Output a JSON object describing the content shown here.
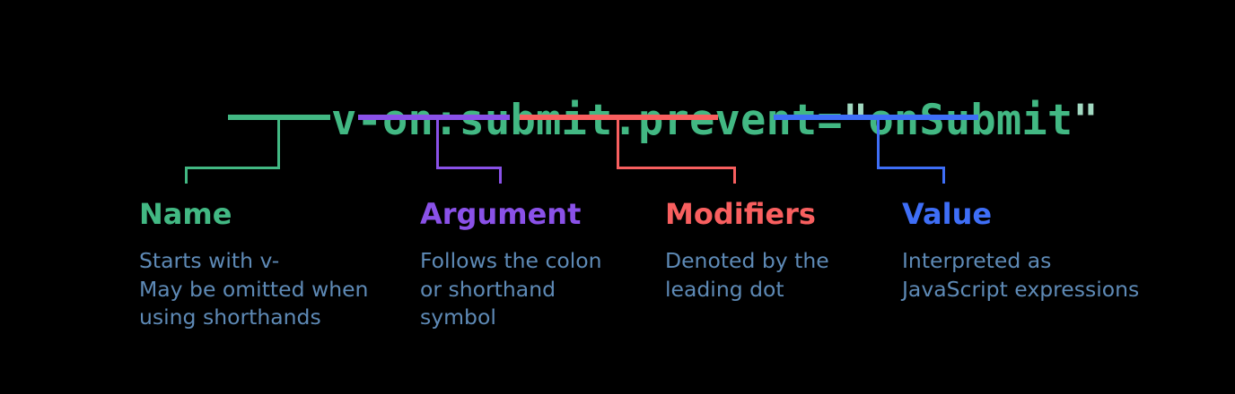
{
  "colors": {
    "background": "#000000",
    "code_green": "#42b883",
    "quote_green": "#a2d9c1",
    "description_text": "#5e8ab6"
  },
  "code": {
    "segment_main": "v-on:submit.prevent=",
    "open_quote": "\"",
    "segment_value": "onSubmit",
    "close_quote": "\""
  },
  "sections": [
    {
      "label": "Name",
      "color": "#42b883",
      "description": "Starts with v-\nMay be omitted when\nusing shorthands"
    },
    {
      "label": "Argument",
      "color": "#8a51e8",
      "description": "Follows the colon\nor shorthand\nsymbol"
    },
    {
      "label": "Modifiers",
      "color": "#f85f5f",
      "description": "Denoted by the\nleading dot"
    },
    {
      "label": "Value",
      "color": "#3e6ef7",
      "description": "Interpreted as\nJavaScript expressions"
    }
  ]
}
